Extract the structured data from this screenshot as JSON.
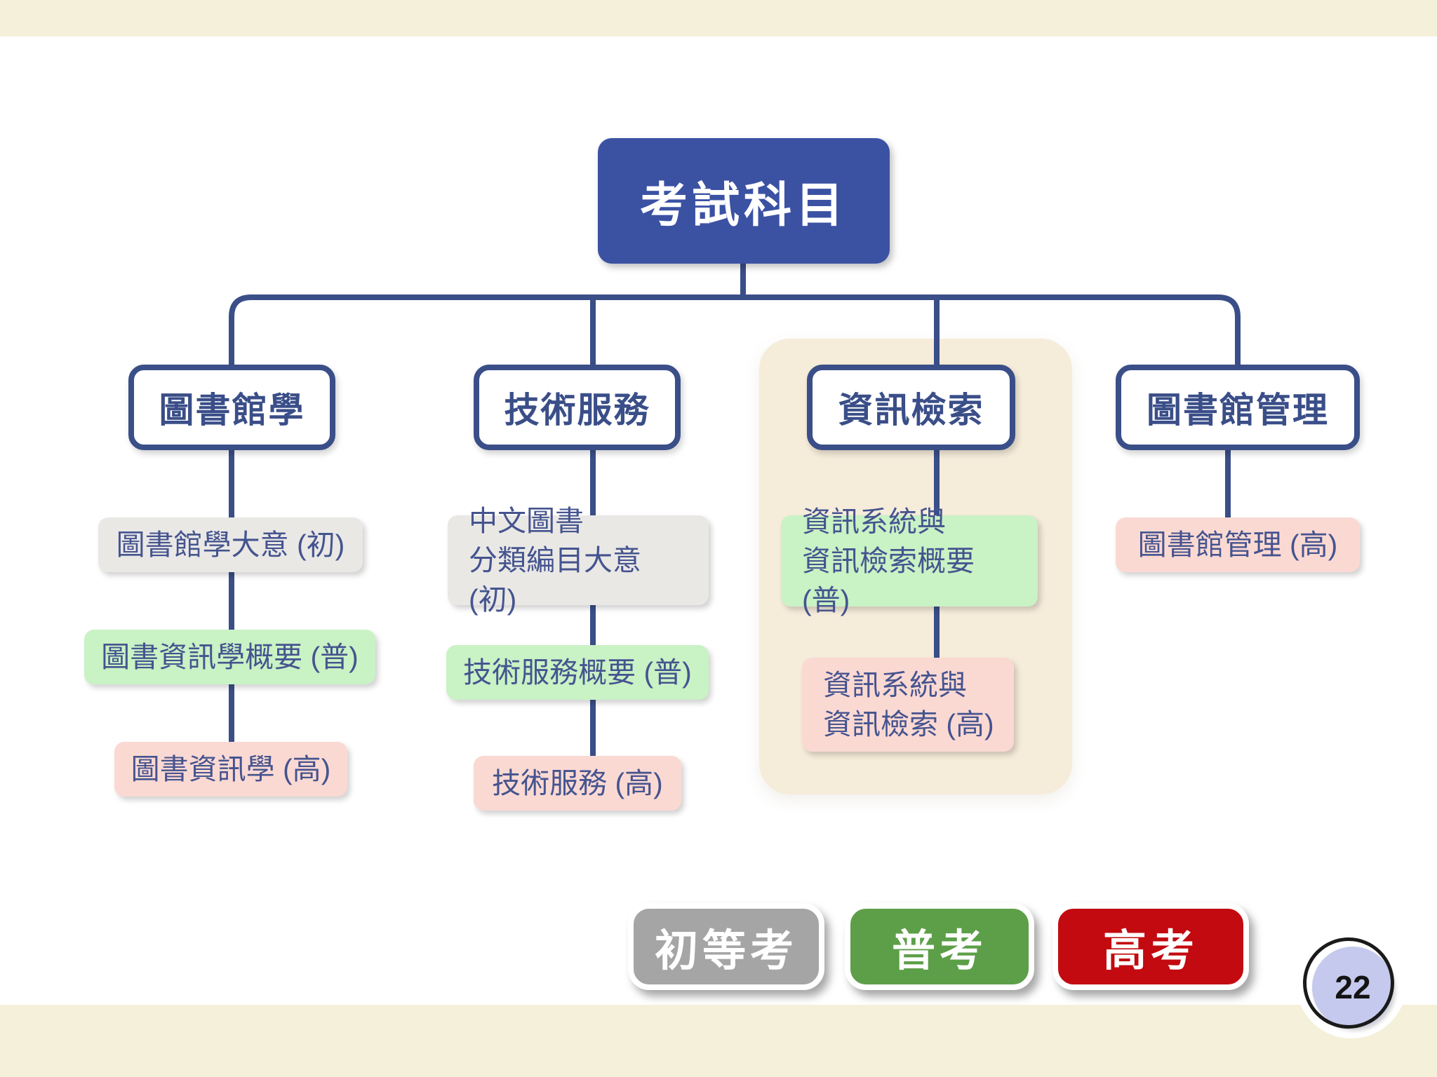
{
  "slide": {
    "page": {
      "number": "22"
    },
    "colors": {
      "accent_blue": "#3B52A3",
      "line_blue": "#3A4E88",
      "node_text_blue": "#45548F",
      "elementary_gray": "#E9E8E5",
      "ordinary_green": "#C9F2C5",
      "higher_pink": "#FBD9D3",
      "highlight_beige": "#F6ECDA",
      "band_cream": "#F5F0D9",
      "legend_gray": "#A5A5A5",
      "legend_green": "#5C9F48",
      "legend_red": "#C20A10",
      "page_badge_lavender": "#C5C9ED"
    }
  },
  "tree": {
    "root": {
      "label": "考試科目"
    },
    "branches": [
      {
        "label": "圖書館學",
        "children": [
          {
            "label": "圖書館學大意 (初)",
            "level": "初等考"
          },
          {
            "label": "圖書資訊學概要 (普)",
            "level": "普考"
          },
          {
            "label": "圖書資訊學 (高)",
            "level": "高考"
          }
        ]
      },
      {
        "label": "技術服務",
        "children": [
          {
            "lines": [
              "中文圖書",
              "分類編目大意 (初)"
            ],
            "level": "初等考"
          },
          {
            "label": "技術服務概要 (普)",
            "level": "普考"
          },
          {
            "label": "技術服務 (高)",
            "level": "高考"
          }
        ]
      },
      {
        "label": "資訊檢索",
        "highlighted": true,
        "children": [
          {
            "lines": [
              "資訊系統與",
              "資訊檢索概要 (普)"
            ],
            "level": "普考"
          },
          {
            "lines": [
              "資訊系統與",
              "資訊檢索 (高)"
            ],
            "level": "高考"
          }
        ]
      },
      {
        "label": "圖書館管理",
        "children": [
          {
            "label": "圖書館管理 (高)",
            "level": "高考"
          }
        ]
      }
    ]
  },
  "legend": {
    "items": [
      {
        "label": "初等考",
        "color": "#A5A5A5"
      },
      {
        "label": "普考",
        "color": "#5C9F48"
      },
      {
        "label": "高考",
        "color": "#C20A10"
      }
    ]
  }
}
